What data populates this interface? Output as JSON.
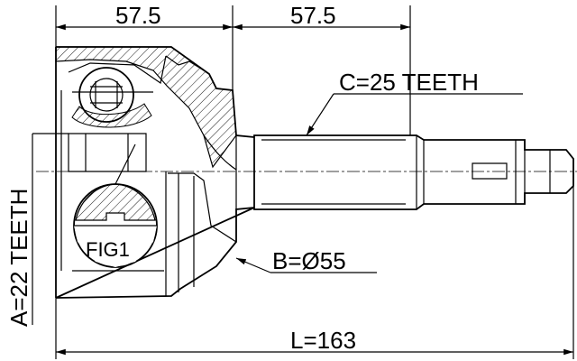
{
  "dimensions": {
    "top_left": "57.5",
    "top_right": "57.5",
    "spline_outer": "C=25 TEETH",
    "diameter": "B=Ø55",
    "spline_inner": "A=22 TEETH",
    "length": "L=163"
  },
  "figure_label": "FIG1"
}
